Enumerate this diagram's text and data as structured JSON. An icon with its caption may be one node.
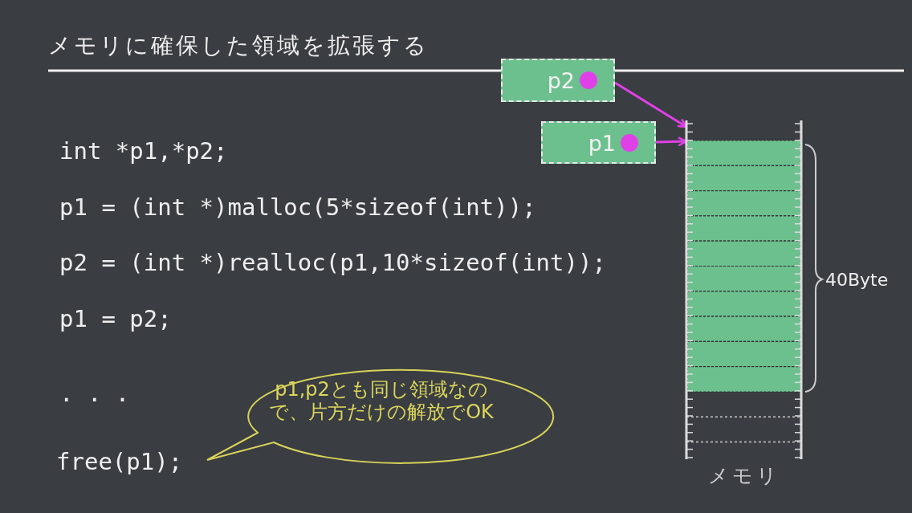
{
  "diagram": {
    "title": "メモリに確保した領域を拡張する",
    "nodes": [
      {
        "text": [
          "p2"
        ]
      },
      {
        "text": [
          "p1"
        ]
      },
      {
        "text": [
          "メモリ"
        ]
      },
      {
        "text": [
          "p1,p2とも同じ領域なので、片方だけの解放でOK"
        ]
      }
    ],
    "edges": [
      {
        "from": 0,
        "to": 2,
        "arrow": "to"
      },
      {
        "from": 1,
        "to": 2,
        "arrow": "to"
      }
    ],
    "labels": [
      "int *p1,*p2;",
      "p1 = (int *)malloc(5*sizeof(int));",
      "p2 = (int *)realloc(p1,10*sizeof(int));",
      "p1 = p2;",
      ". . .",
      "free(p1);",
      "40Byte"
    ]
  }
}
